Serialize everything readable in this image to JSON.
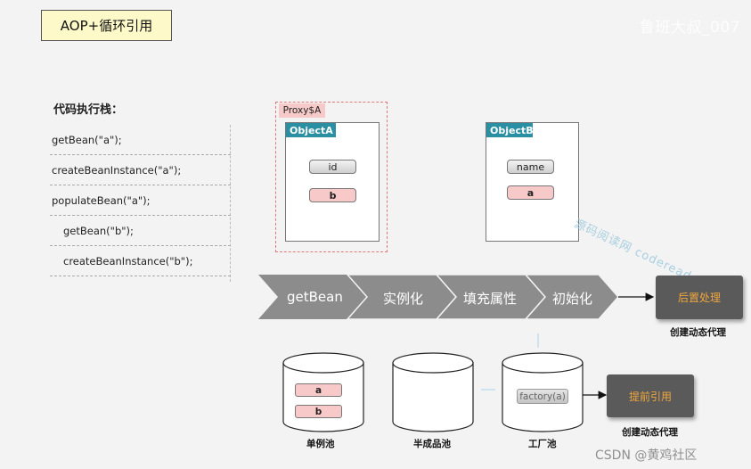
{
  "title": "AOP+循环引用",
  "watermark_top": "鲁班大叔_007",
  "stack": {
    "title": "代码执行栈：",
    "rows": [
      "getBean(\"a\");",
      "createBeanInstance(\"a\");",
      "populateBean(\"a\");",
      "getBean(\"b\");",
      "createBeanInstance(\"b\");"
    ]
  },
  "proxy_label": "Proxy$A",
  "object_a": {
    "tag": "ObjectA",
    "fields": [
      "id",
      "b"
    ]
  },
  "object_b": {
    "tag": "ObjectB",
    "fields": [
      "name",
      "a"
    ]
  },
  "pipeline": [
    "getBean",
    "实例化",
    "填充属性",
    "初始化"
  ],
  "post_process": {
    "label": "后置处理",
    "caption": "创建动态代理"
  },
  "early_ref": {
    "label": "提前引用",
    "caption": "创建动态代理"
  },
  "pools": [
    {
      "name": "单例池",
      "items": [
        "a",
        "b"
      ]
    },
    {
      "name": "半成品池",
      "items": []
    },
    {
      "name": "工厂池",
      "items": [
        "factory(a)"
      ]
    }
  ],
  "diag_watermark": "源码阅读网 coderead.cn",
  "bottom_watermark": "CSDN @黄鸡社区",
  "colors": {
    "tag": "#2b8fa3",
    "pink": "#f8c9c9",
    "dark_box": "#5a5a5a",
    "accent": "#f0a63c",
    "chevron": "#8c8c8c"
  }
}
